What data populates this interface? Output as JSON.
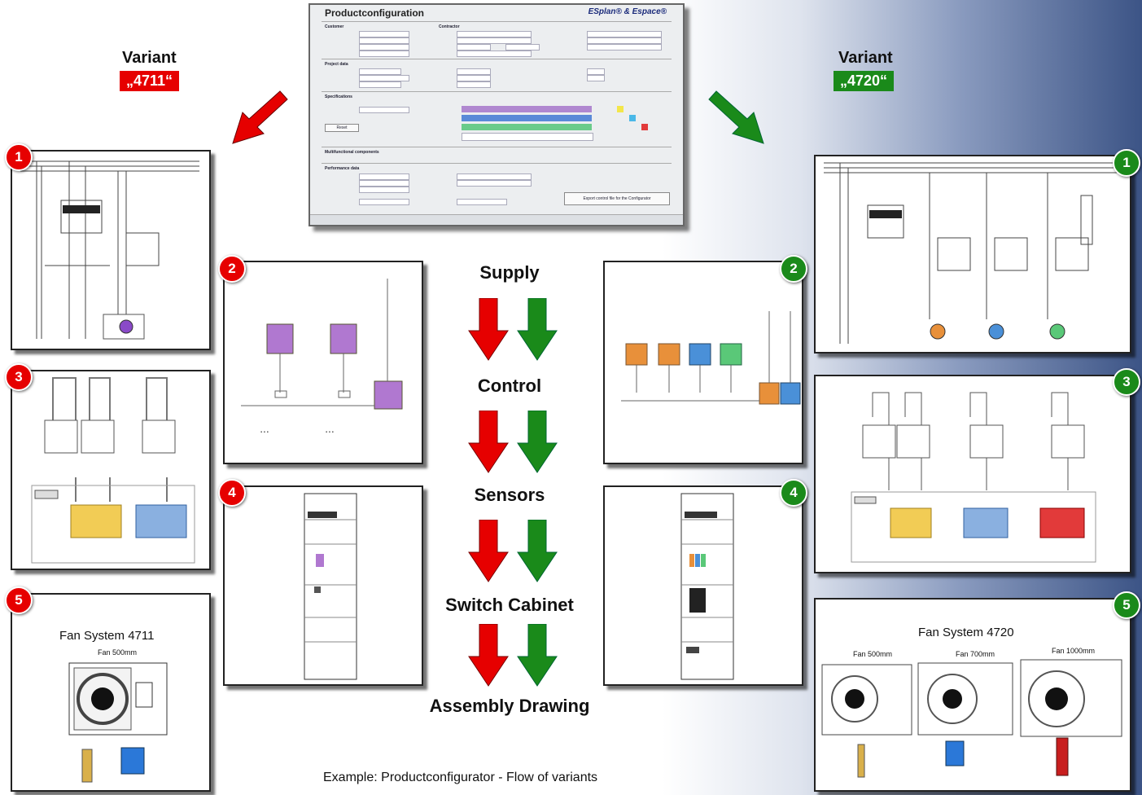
{
  "configurator": {
    "title": "Productconfiguration",
    "brand": "ESplan® & Espace®",
    "export_button": "Export control file for the Configurator",
    "reset_button": "Reset",
    "sections": [
      "Customer",
      "Contractor",
      "Project data",
      "Specifications",
      "Multifunctional components",
      "Performance data"
    ]
  },
  "variant_left": {
    "label": "Variant",
    "code": "„4711“",
    "color": "#e60000"
  },
  "variant_right": {
    "label": "Variant",
    "code": "„4720“",
    "color": "#1a8a1a"
  },
  "steps": [
    "Supply",
    "Control",
    "Sensors",
    "Switch Cabinet",
    "Assembly Drawing"
  ],
  "badges_left": [
    "1",
    "3",
    "5"
  ],
  "badges_mid_left": [
    "2",
    "4"
  ],
  "badges_mid_right": [
    "2",
    "4"
  ],
  "badges_right": [
    "1",
    "3",
    "5"
  ],
  "fan_left": {
    "title": "Fan System 4711",
    "fans": [
      "Fan 500mm"
    ]
  },
  "fan_right": {
    "title": "Fan System 4720",
    "fans": [
      "Fan 500mm",
      "Fan 700mm",
      "Fan 1000mm"
    ]
  },
  "caption": "Example: Productconfigurator  -  Flow of variants"
}
